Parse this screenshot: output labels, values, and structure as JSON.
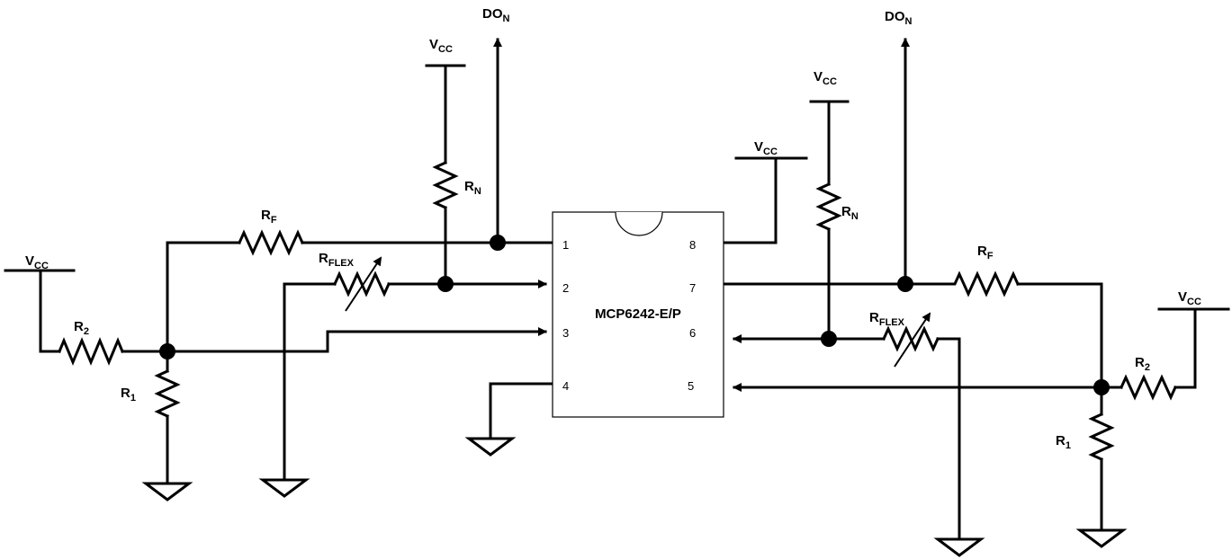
{
  "ic": {
    "name": "MCP6242-E/P",
    "pins": [
      "1",
      "2",
      "3",
      "4",
      "5",
      "6",
      "7",
      "8"
    ]
  },
  "labels": {
    "vcc_main": "V",
    "vcc_sub": "CC",
    "don_main": "DO",
    "don_sub": "N",
    "rn_main": "R",
    "rn_sub": "N",
    "rf_main": "R",
    "rf_sub": "F",
    "rflex_main": "R",
    "rflex_sub": "FLEX",
    "r1_main": "R",
    "r1_sub": "1",
    "r2_main": "R",
    "r2_sub": "2"
  }
}
